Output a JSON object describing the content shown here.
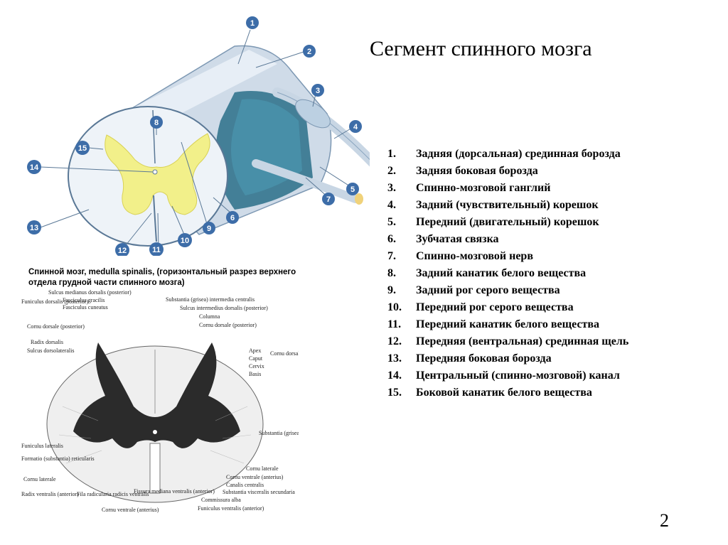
{
  "slide": {
    "title": "Сегмент спинного мозга",
    "page_number": "2",
    "legend": [
      {
        "num": "1.",
        "text": "Задняя (дорсальная) срединная борозда"
      },
      {
        "num": "2.",
        "text": "Задняя боковая борозда"
      },
      {
        "num": "3.",
        "text": "Спинно-мозговой ганглий"
      },
      {
        "num": "4.",
        "text": "Задний (чувствительный) корешок"
      },
      {
        "num": "5.",
        "text": "Передний (двигательный) корешок"
      },
      {
        "num": "6.",
        "text": "Зубчатая связка"
      },
      {
        "num": "7.",
        "text": "Спинно-мозговой нерв"
      },
      {
        "num": "8.",
        "text": "Задний канатик белого вещества"
      },
      {
        "num": "9.",
        "text": "Задний рог серого вещества"
      },
      {
        "num": "10.",
        "text": "Передний рог серого вещества"
      },
      {
        "num": "11.",
        "text": "Передний канатик белого вещества"
      },
      {
        "num": "12.",
        "text": "Передняя (вентральная) срединная щель"
      },
      {
        "num": "13.",
        "text": "Передняя боковая борозда"
      },
      {
        "num": "14.",
        "text": "Центральный  (спинно-мозговой) канал"
      },
      {
        "num": "15.",
        "text": "Боковой канатик белого вещества"
      }
    ],
    "figure_top": {
      "markers": [
        "1",
        "2",
        "3",
        "4",
        "5",
        "6",
        "7",
        "8",
        "9",
        "10",
        "11",
        "12",
        "13",
        "14",
        "15"
      ]
    },
    "figure_bottom": {
      "caption": "Спинной мозг, medulla spinalis, (горизонтальный разрез верхнего отдела грудной части спинного мозга)",
      "labels": {
        "sulcus_medianus": "Sulcus medianus dorsalis (posterior)",
        "funiculus_dorsalis": "Funiculus dorsalis (posterior)",
        "fasciculus_gracilis": "Fasciculus gracilis",
        "fasciculus_cuneatus": "Fasciculus cuneatus",
        "cornu_dorsale_l": "Cornu dorsale (posterior)",
        "radix_dorsalis": "Radix dorsalis",
        "sulcus_dorsolateralis": "Sulcus dorsolateralis",
        "substantia_intermedia": "Substantia (grisea) intermedia centralis",
        "sulcus_intermedius": "Sulcus intermedius dorsalis (posterior)",
        "columna": "Columna",
        "cornu_dorsale_r": "Cornu dorsale (posterior)",
        "apex": "Apex",
        "caput": "Caput",
        "cervix": "Cervix",
        "basis": "Basis",
        "cornu_dorsale_group": "Cornu dorsale",
        "funiculus_lateralis": "Funiculus lateralis",
        "formatio_reticularis": "Formatio (substantia) reticularis",
        "cornu_laterale_l": "Cornu laterale",
        "radix_ventralis": "Radix ventralis (anterior)",
        "fila_radicularia": "Fila radicularia radicis ventralis",
        "fissura_mediana": "Fissura mediana ventralis (anterior)",
        "cornu_ventrale_bottom": "Cornu ventrale (anterius)",
        "funiculus_ventralis": "Funiculus ventralis (anterior)",
        "commissura_alba": "Commissura alba",
        "substantia_grisea_lat": "Substantia (grisea) intermedia lateralis",
        "cornu_laterale_r": "Cornu laterale",
        "cornu_ventrale_r": "Cornu ventrale (anterius)",
        "canalis_centralis": "Canalis centralis",
        "substantia_visceralis": "Substantia visceralis secundaria"
      }
    },
    "colors": {
      "marker": "#3d6da8",
      "gray_matter_top": "#f2f08a",
      "white_matter_bg": "#d9e3ee",
      "meninges": "#2a6e88",
      "gray_matter_bottom": "#2b2b2b"
    }
  }
}
